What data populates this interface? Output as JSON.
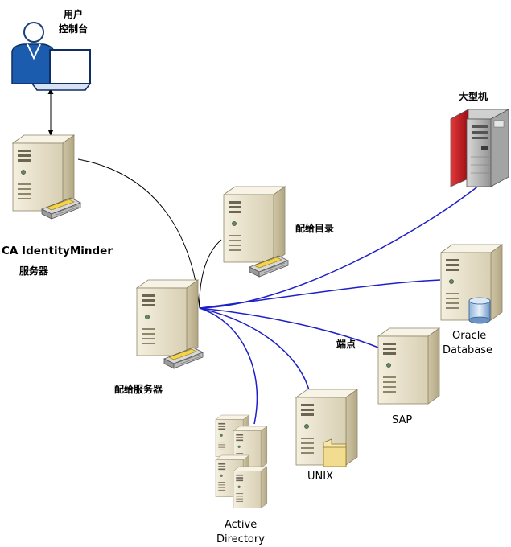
{
  "labels": {
    "user_console_line1": "用户",
    "user_console_line2": "控制台",
    "im_server_line1": "CA IdentityMinder",
    "im_server_line2": "服务器",
    "provisioning_directory": "配给目录",
    "provisioning_server": "配给服务器",
    "mainframe": "大型机",
    "endpoints": "端点",
    "oracle_line1": "Oracle",
    "oracle_line2": "Database",
    "sap": "SAP",
    "unix": "UNIX",
    "ad_line1": "Active",
    "ad_line2": "Directory"
  },
  "colors": {
    "connection_blue": "#1f1fc8",
    "connection_black": "#000000",
    "server_body": "#e9e2cc",
    "user_figure": "#1b5cae",
    "mainframe_red": "#c8141e"
  }
}
